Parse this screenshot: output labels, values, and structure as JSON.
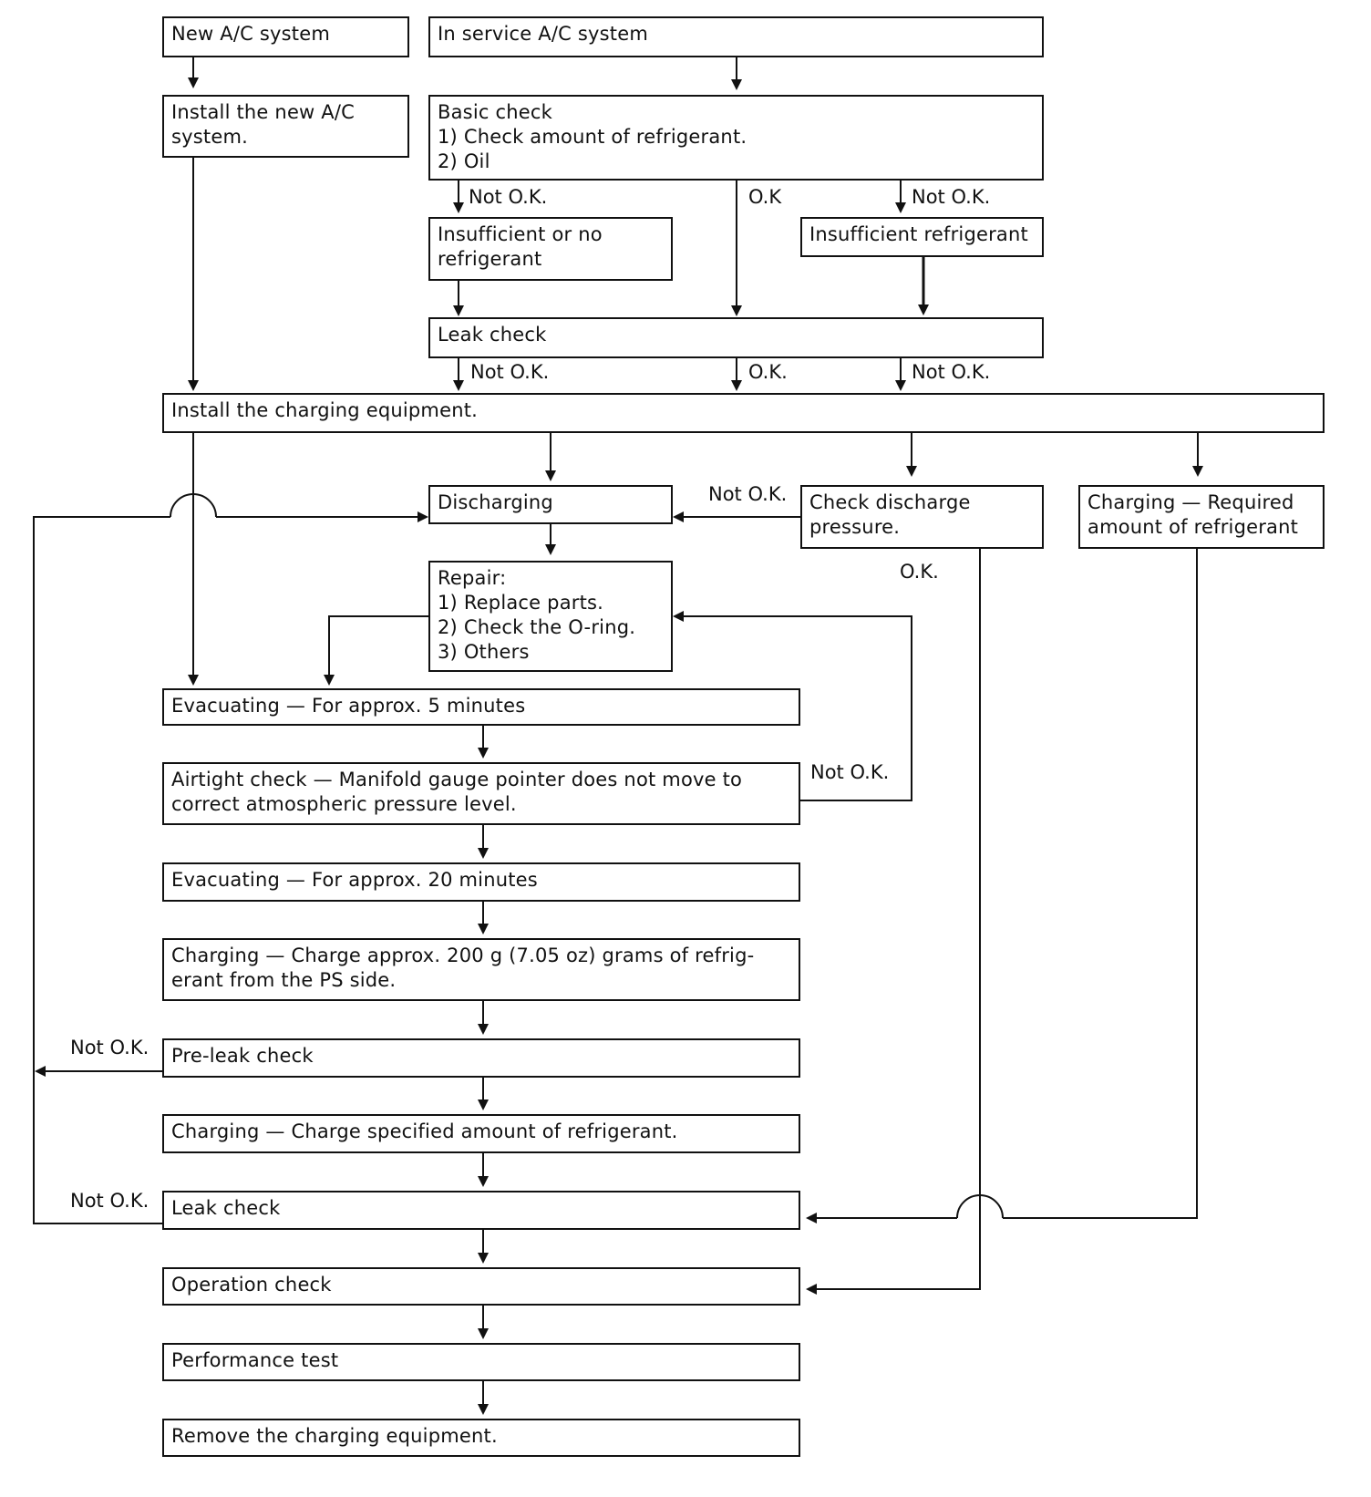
{
  "boxes": {
    "new_ac_system": "New A/C system",
    "in_service_ac_system": "In service A/C system",
    "install_new_ac_system": "Install the new A/C\nsystem.",
    "basic_check": "Basic check\n1)  Check amount of refrigerant.\n2)  Oil",
    "insufficient_or_no_refrigerant": "Insufficient or no\nrefrigerant",
    "insufficient_refrigerant": "Insufficient refrigerant",
    "leak_check_top": "Leak check",
    "install_charging_equipment": "Install the charging equipment.",
    "discharging": "Discharging",
    "check_discharge_pressure": "Check discharge\npressure.",
    "charging_required_amount": "Charging — Required\namount of refrigerant",
    "repair": "Repair:\n1)  Replace parts.\n2)  Check the O-ring.\n3)  Others",
    "evacuating_5": "Evacuating — For approx. 5 minutes",
    "airtight_check": "Airtight check — Manifold gauge pointer does not move to\ncorrect atmospheric pressure level.",
    "evacuating_20": "Evacuating — For approx. 20 minutes",
    "charging_200g": "Charging — Charge approx. 200 g (7.05 oz) grams of refrig-\nerant from the PS side.",
    "pre_leak_check": "Pre-leak check",
    "charging_specified": "Charging — Charge specified amount of refrigerant.",
    "leak_check_bottom": "Leak check",
    "operation_check": "Operation check",
    "performance_test": "Performance test",
    "remove_charging_equipment": "Remove the charging equipment."
  },
  "labels": {
    "basic_not_ok_left": "Not O.K.",
    "basic_ok": "O.K",
    "basic_not_ok_right": "Not O.K.",
    "leak_not_ok_left": "Not O.K.",
    "leak_ok": "O.K.",
    "leak_not_ok_right": "Not O.K.",
    "discharge_not_ok": "Not O.K.",
    "discharge_ok": "O.K.",
    "airtight_not_ok": "Not O.K.",
    "preleak_not_ok": "Not O.K.",
    "leakcheck_not_ok": "Not O.K."
  }
}
